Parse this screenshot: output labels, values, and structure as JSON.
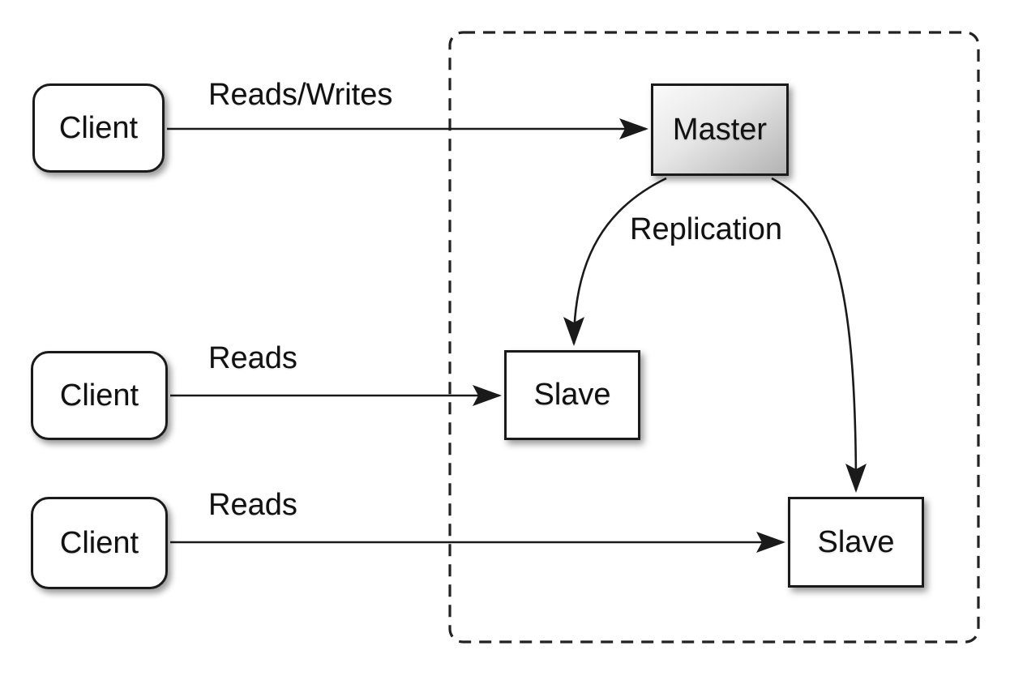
{
  "nodes": {
    "client_top": {
      "label": "Client"
    },
    "client_middle": {
      "label": "Client"
    },
    "client_bottom": {
      "label": "Client"
    },
    "master": {
      "label": "Master"
    },
    "slave_left": {
      "label": "Slave"
    },
    "slave_right": {
      "label": "Slave"
    }
  },
  "edges": {
    "client_top_to_master": {
      "label": "Reads/Writes"
    },
    "client_middle_to_slave_left": {
      "label": "Reads"
    },
    "client_bottom_to_slave_right": {
      "label": "Reads"
    },
    "master_to_slaves": {
      "label": "Replication"
    }
  },
  "colors": {
    "background": "#ffffff",
    "line": "#1a1a1a",
    "box_border": "#1a1a1a",
    "box_fill": "#ffffff",
    "master_fill_light": "#fafafa",
    "master_fill_dark": "#b3b3b3",
    "text": "#111111"
  }
}
